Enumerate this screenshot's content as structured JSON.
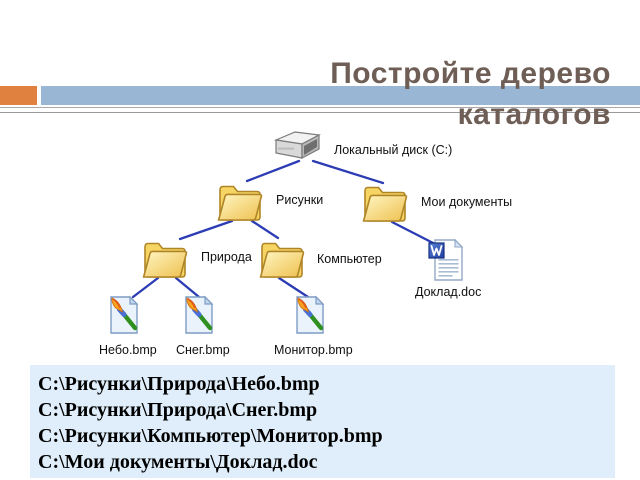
{
  "slide": {
    "title_line1": "Постройте дерево",
    "title_line2": "каталогов"
  },
  "tree": {
    "root": {
      "label": "Локальный диск (C:)",
      "icon": "hard-disk-icon"
    },
    "nodes": [
      {
        "label": "Рисунки",
        "icon": "folder-icon"
      },
      {
        "label": "Мои документы",
        "icon": "folder-icon"
      },
      {
        "label": "Природа",
        "icon": "folder-icon"
      },
      {
        "label": "Компьютер",
        "icon": "folder-icon"
      },
      {
        "label": "Доклад.doc",
        "icon": "word-document-icon"
      },
      {
        "label": "Небо.bmp",
        "icon": "bitmap-image-icon"
      },
      {
        "label": "Снег.bmp",
        "icon": "bitmap-image-icon"
      },
      {
        "label": "Монитор.bmp",
        "icon": "bitmap-image-icon"
      }
    ]
  },
  "paths_panel": {
    "lines": [
      "C:\\Рисунки\\Природа\\Небо.bmp",
      "C:\\Рисунки\\Природа\\Снег.bmp",
      "C:\\Рисунки\\Компьютер\\Монитор.bmp",
      "C:\\Мои документы\\Доклад.doc"
    ]
  },
  "colors": {
    "accent_orange": "#e0813f",
    "accent_blue": "#99b6d4",
    "title_brown": "#6e5e55",
    "tree_line_blue": "#2b3cb4",
    "panel_blue": "#dfeefa"
  }
}
